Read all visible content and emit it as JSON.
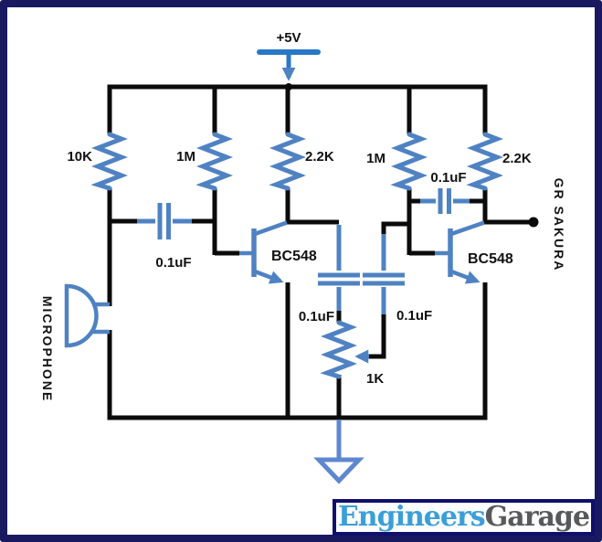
{
  "colors": {
    "circuit-blue": "#4f82c2",
    "power-blue": "#2878c8",
    "ground-blue": "#5e87cf",
    "wire-black": "#0b0b0b",
    "border-navy": "#191960",
    "logo-blue": "#3b9fd8",
    "logo-gray": "#58595b",
    "logo-border": "#10106b"
  },
  "power": {
    "label": "+5V"
  },
  "components": {
    "r1": {
      "label": "10K"
    },
    "r2": {
      "label": "1M"
    },
    "r3": {
      "label": "2.2K"
    },
    "r4": {
      "label": "1M"
    },
    "r5": {
      "label": "2.2K"
    },
    "c1": {
      "label": "0.1uF"
    },
    "c2": {
      "label": "0.1uF"
    },
    "c3": {
      "label": "0.1uF"
    },
    "c4": {
      "label": "0.1uF"
    },
    "q1": {
      "label": "BC548"
    },
    "q2": {
      "label": "BC548"
    },
    "pot1": {
      "label": "1K"
    },
    "mic": {
      "label": "MICROPHONE"
    },
    "output": {
      "label": "GR SAKURA"
    }
  },
  "logo": {
    "part1": "Engineers",
    "part2": "Garage"
  }
}
